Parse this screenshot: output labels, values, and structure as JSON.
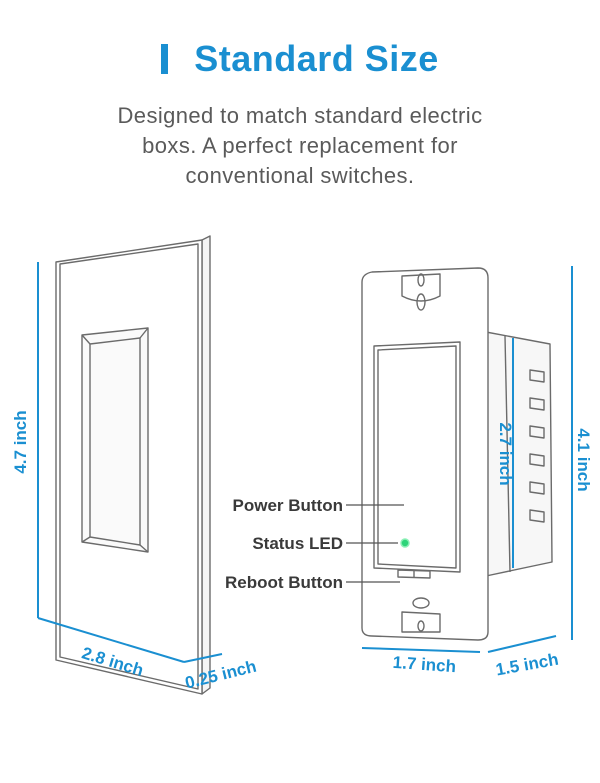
{
  "header": {
    "title": "Standard Size",
    "description_lines": [
      "Designed to match standard electric",
      "boxs. A perfect replacement for",
      "conventional switches."
    ]
  },
  "dimensions": {
    "plate_height": "4.7 inch",
    "plate_width": "2.8 inch",
    "plate_depth": "0.25 inch",
    "switch_height": "4.1 inch",
    "paddle_height": "2.7 inch",
    "switch_width": "1.7 inch",
    "switch_depth": "1.5 inch"
  },
  "callouts": {
    "power_button": "Power Button",
    "status_led": "Status LED",
    "reboot_button": "Reboot Button"
  },
  "colors": {
    "accent": "#1a8fd1",
    "outline": "#6b6b6b",
    "led": "#2ed47a"
  }
}
